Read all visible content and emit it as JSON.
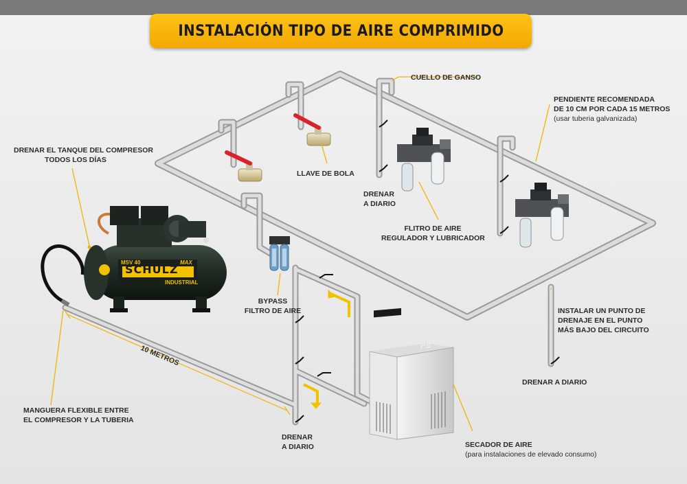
{
  "title": "INSTALACIÓN TIPO DE AIRE COMPRIMIDO",
  "labels": {
    "cuello_ganso": "CUELLO DE GANSO",
    "pendiente_1": "PENDIENTE RECOMENDADA",
    "pendiente_2": "DE 10 CM POR CADA 15 METROS",
    "pendiente_3": "(usar tuberia galvanizada)",
    "drenar_tanque_1": "DRENAR EL TANQUE DEL COMPRESOR",
    "drenar_tanque_2": "TODOS LOS DÍAS",
    "llave_bola": "LLAVE DE BOLA",
    "drenar_diario_top_1": "DRENAR",
    "drenar_diario_top_2": "A DIARIO",
    "filtro_1": "FLITRO DE AIRE",
    "filtro_2": "REGULADOR Y LUBRICADOR",
    "bypass_1": "BYPASS",
    "bypass_2": "FILTRO DE AIRE",
    "instalar_1": "INSTALAR UN PUNTO DE",
    "instalar_2": "DRENAJE EN EL PUNTO",
    "instalar_3": "MÁS BAJO DEL CIRCUITO",
    "drenar_diario_right": "DRENAR A DIARIO",
    "diez_metros": "10 METROS",
    "manguera_1": "MANGUERA FLEXIBLE ENTRE",
    "manguera_2": "EL COMPRESOR Y LA TUBERIA",
    "drenar_bottom_1": "DRENAR",
    "drenar_bottom_2": "A DIARIO",
    "secador_1": "SECADOR DE AIRE",
    "secador_2": "(para instalaciones de elevado consumo)"
  },
  "compressor": {
    "model": "MSV 40",
    "badge": "MAX",
    "brand": "SCHULZ",
    "sub": "INDUSTRIAL"
  },
  "dryer": {
    "brand": "PS"
  },
  "colors": {
    "banner": "#f6b400",
    "pipe": "#c9c9c9",
    "leader": "#f0b400",
    "tank": "#1f2a22",
    "valve": "#d9222a"
  }
}
